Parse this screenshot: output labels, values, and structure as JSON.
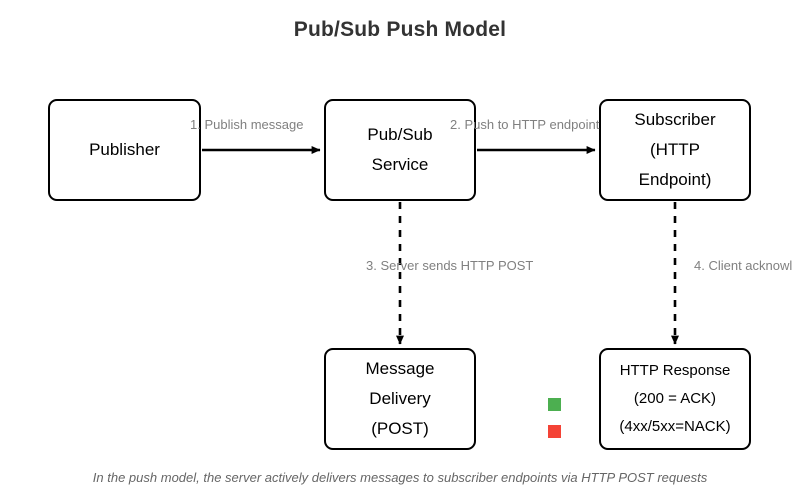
{
  "title": "Pub/Sub Push Model",
  "caption": "In the push model, the server actively delivers messages to subscriber endpoints via HTTP POST requests",
  "nodes": {
    "publisher": {
      "lines": [
        "Publisher"
      ]
    },
    "pubsub_service": {
      "lines": [
        "Pub/Sub",
        "Service"
      ]
    },
    "subscriber": {
      "lines": [
        "Subscriber",
        "(HTTP",
        "Endpoint)"
      ]
    },
    "message_delivery": {
      "lines": [
        "Message",
        "Delivery",
        "(POST)"
      ]
    },
    "http_response": {
      "lines": [
        "HTTP Response",
        "(200 = ACK)",
        "(4xx/5xx=NACK)"
      ]
    }
  },
  "edges": {
    "step1": {
      "label": "1. Publish message",
      "style": "solid"
    },
    "step2": {
      "label": "2. Push to HTTP endpoint",
      "style": "solid"
    },
    "step3": {
      "label": "3. Server sends HTTP POST",
      "style": "dashed"
    },
    "step4": {
      "label": "4. Client acknowl",
      "style": "dashed"
    }
  },
  "legend": {
    "ack_color": "#4CAF50",
    "nack_color": "#F44336"
  },
  "colors": {
    "title": "#333333",
    "node_stroke": "#000000",
    "node_fill": "#ffffff",
    "edge_stroke": "#000000",
    "label_text": "#808080",
    "caption_text": "#666666"
  }
}
